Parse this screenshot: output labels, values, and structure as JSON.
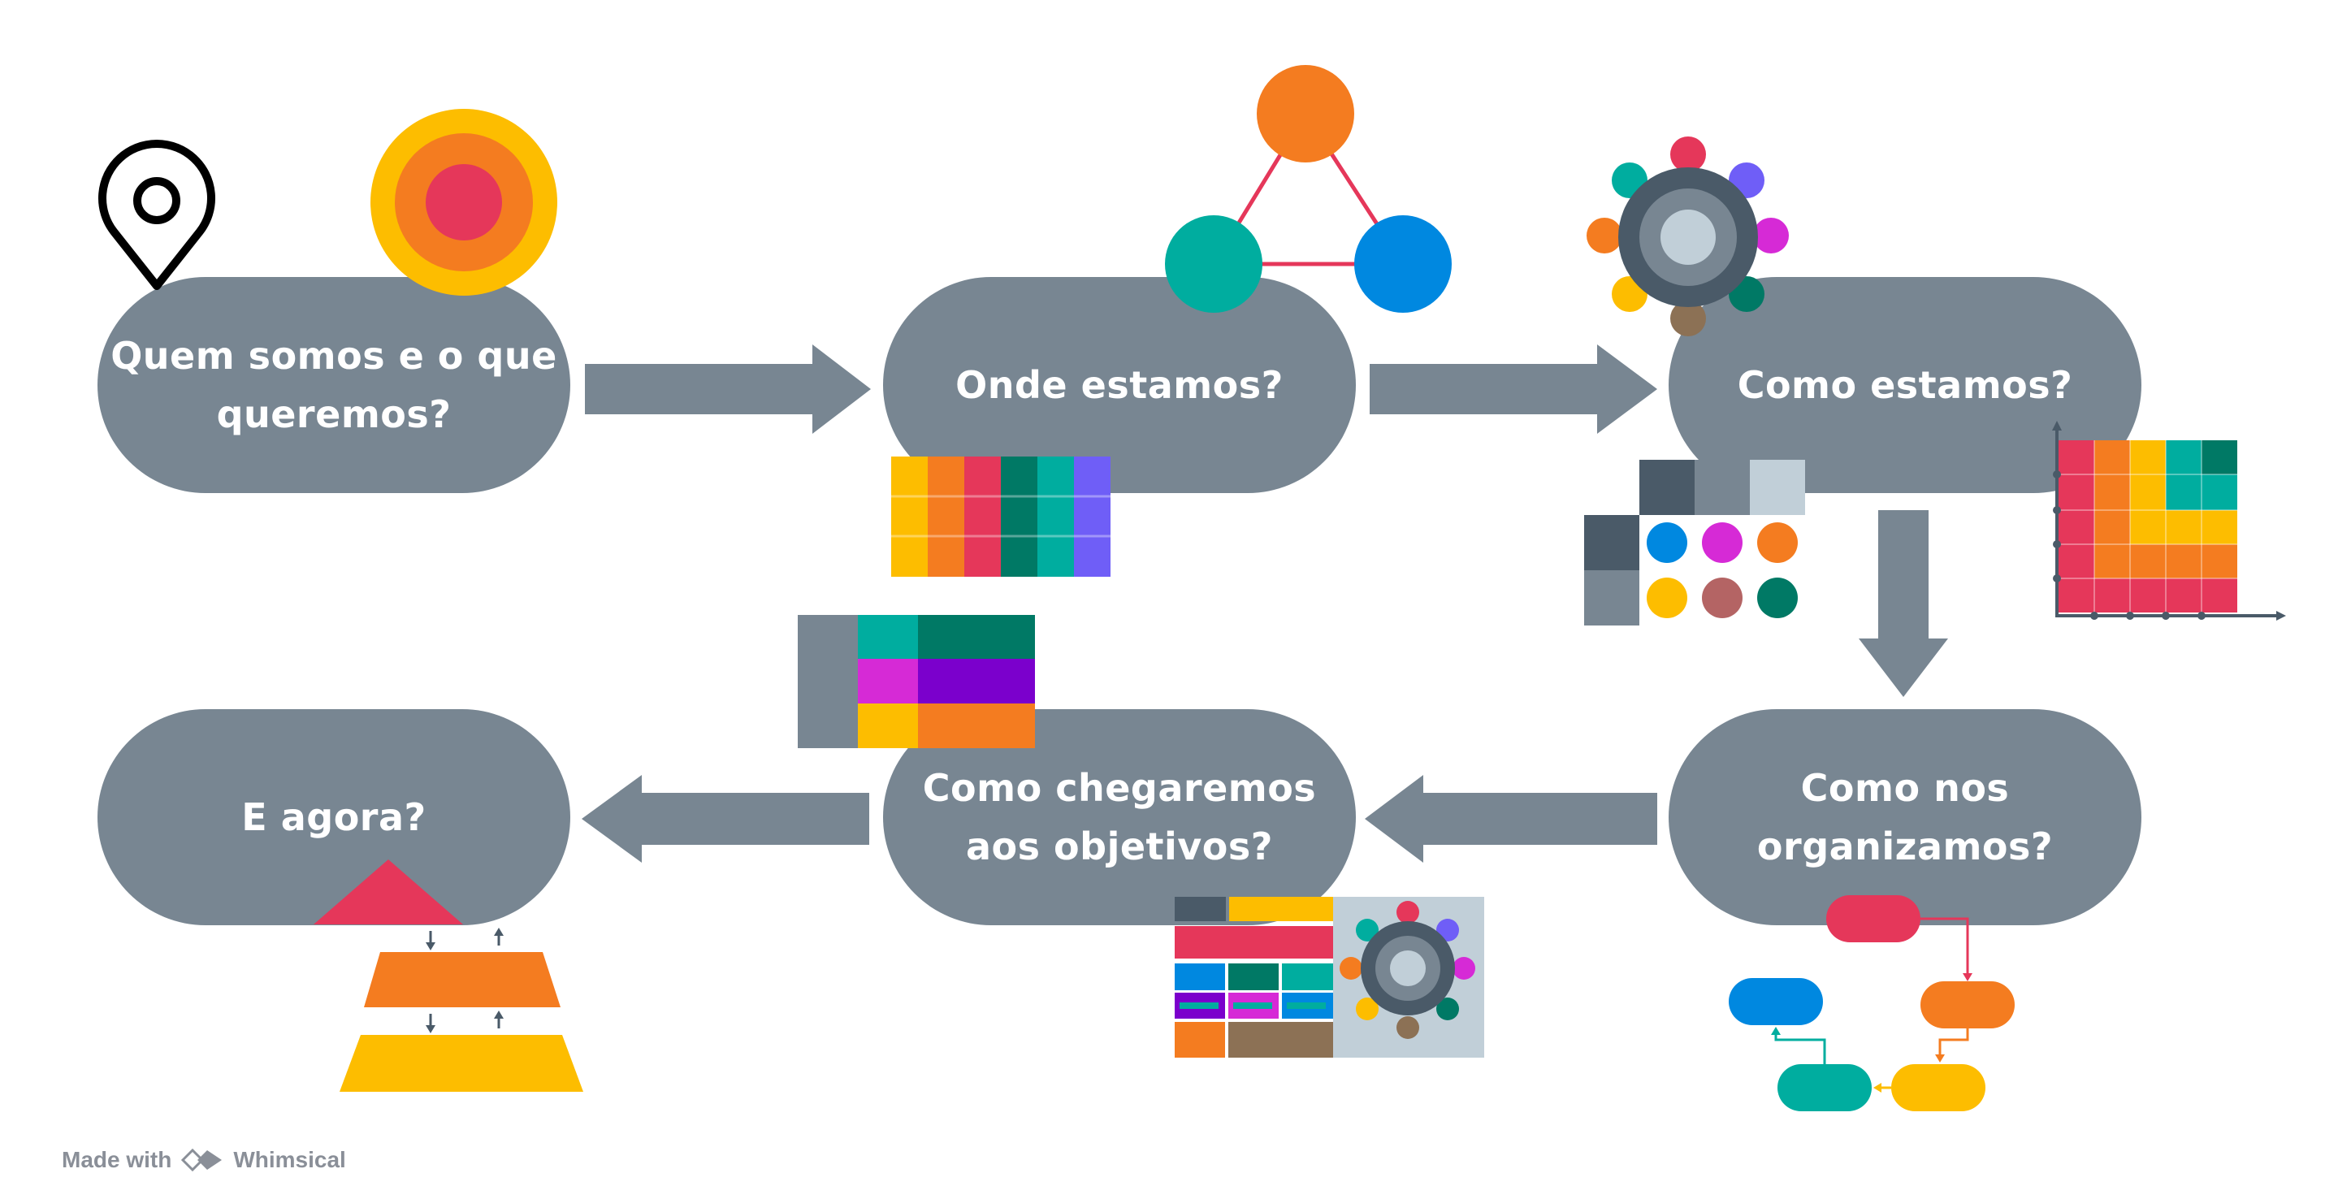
{
  "steps": [
    {
      "id": "who-we-are",
      "lines": [
        "Quem somos e o que",
        "queremos?"
      ]
    },
    {
      "id": "where-we-are",
      "lines": [
        "Onde estamos?"
      ]
    },
    {
      "id": "how-we-are",
      "lines": [
        "Como estamos?"
      ]
    },
    {
      "id": "how-we-organize",
      "lines": [
        "Como nos",
        "organizamos?"
      ]
    },
    {
      "id": "how-reach-goals",
      "lines": [
        "Como chegaremos",
        "aos objetivos?"
      ]
    },
    {
      "id": "now-what",
      "lines": [
        "E agora?"
      ]
    }
  ],
  "footer": {
    "made_with": "Made with",
    "brand": "Whimsical"
  },
  "colors": {
    "pill": "#788692",
    "arrow": "#788692",
    "red": "#e5375a",
    "orange": "#f47c20",
    "yellow": "#fdbd00",
    "teal": "#00ad9f",
    "dark_teal": "#007965",
    "blue": "#0088e0",
    "purple": "#6f5ef7",
    "magenta": "#d62ad6",
    "violet": "#7b00cc",
    "slate": "#4a5a68",
    "light_slate": "#c1cfd8",
    "brown": "#8c7155",
    "rose": "#b46464"
  },
  "icons": [
    "location-pin-icon",
    "target-icon",
    "triangle-network-icon",
    "hub-network-icon",
    "swatch-grid-icon",
    "dot-matrix-icon",
    "heatmap-icon",
    "color-blocks-icon",
    "dashboard-icon",
    "flowchart-icon",
    "pyramid-icon",
    "whimsical-logo-icon"
  ]
}
